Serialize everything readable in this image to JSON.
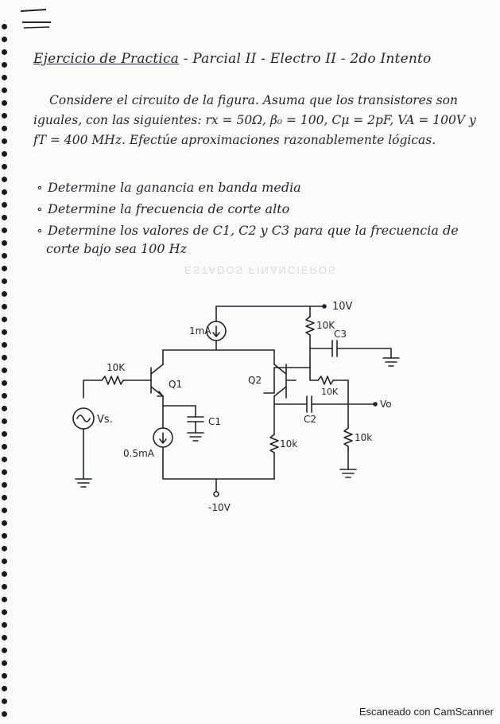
{
  "title": {
    "underlined": "Ejercicio de Practica",
    "rest": " - Parcial II - Electro II - 2do Intento"
  },
  "paragraph": [
    "Considere el circuito de la figura. Asuma que los transistores son",
    "iguales, con las siguientes: rx = 50Ω, β₀ = 100, Cμ = 2pF, VA = 100V y",
    "fT = 400 MHz. Efectúe aproximaciones razonablemente lógicas."
  ],
  "questions": [
    "Determine la ganancia en banda media",
    "Determine la frecuencia de corte alto",
    "Determine los valores de C1, C2 y C3 para que la frecuencia de"
  ],
  "question_continuation": "corte bajo sea 100 Hz",
  "ghost_text": "ESTADOS FINANCIEROS",
  "circuit": {
    "vcc": "10V",
    "vee": "-10V",
    "current_source_top": "1mA",
    "current_source_bottom": "0.5mA",
    "r_collector": "10K",
    "r_input": "10K",
    "r_feedback": "10K",
    "r_emitter": "10k",
    "r_load": "10k",
    "q1": "Q1",
    "q2": "Q2",
    "c1": "C1",
    "c2": "C2",
    "c3": "C3",
    "vs": "Vs.",
    "vo": "Vo"
  },
  "watermark": "Escaneado con CamScanner"
}
